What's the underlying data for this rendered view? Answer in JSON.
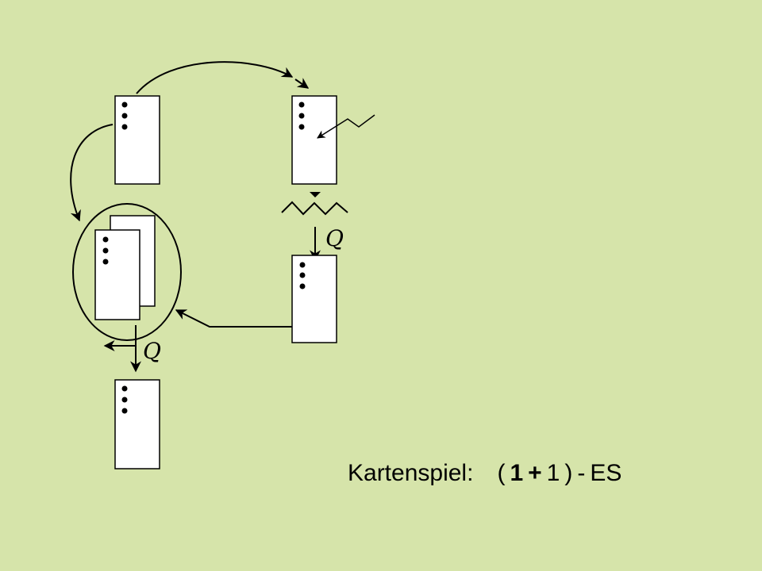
{
  "labels": {
    "mutation_symbol": "Q",
    "selection_symbol": "Q"
  },
  "caption": {
    "prefix": "Kartenspiel:",
    "open_paren": "(",
    "mu": "1",
    "plus": "+",
    "lambda": "1",
    "close_paren": ")",
    "dash": "-",
    "suffix": "ES"
  },
  "colors": {
    "background": "#d6e4aa",
    "card": "#ffffff",
    "ink": "#000000"
  }
}
